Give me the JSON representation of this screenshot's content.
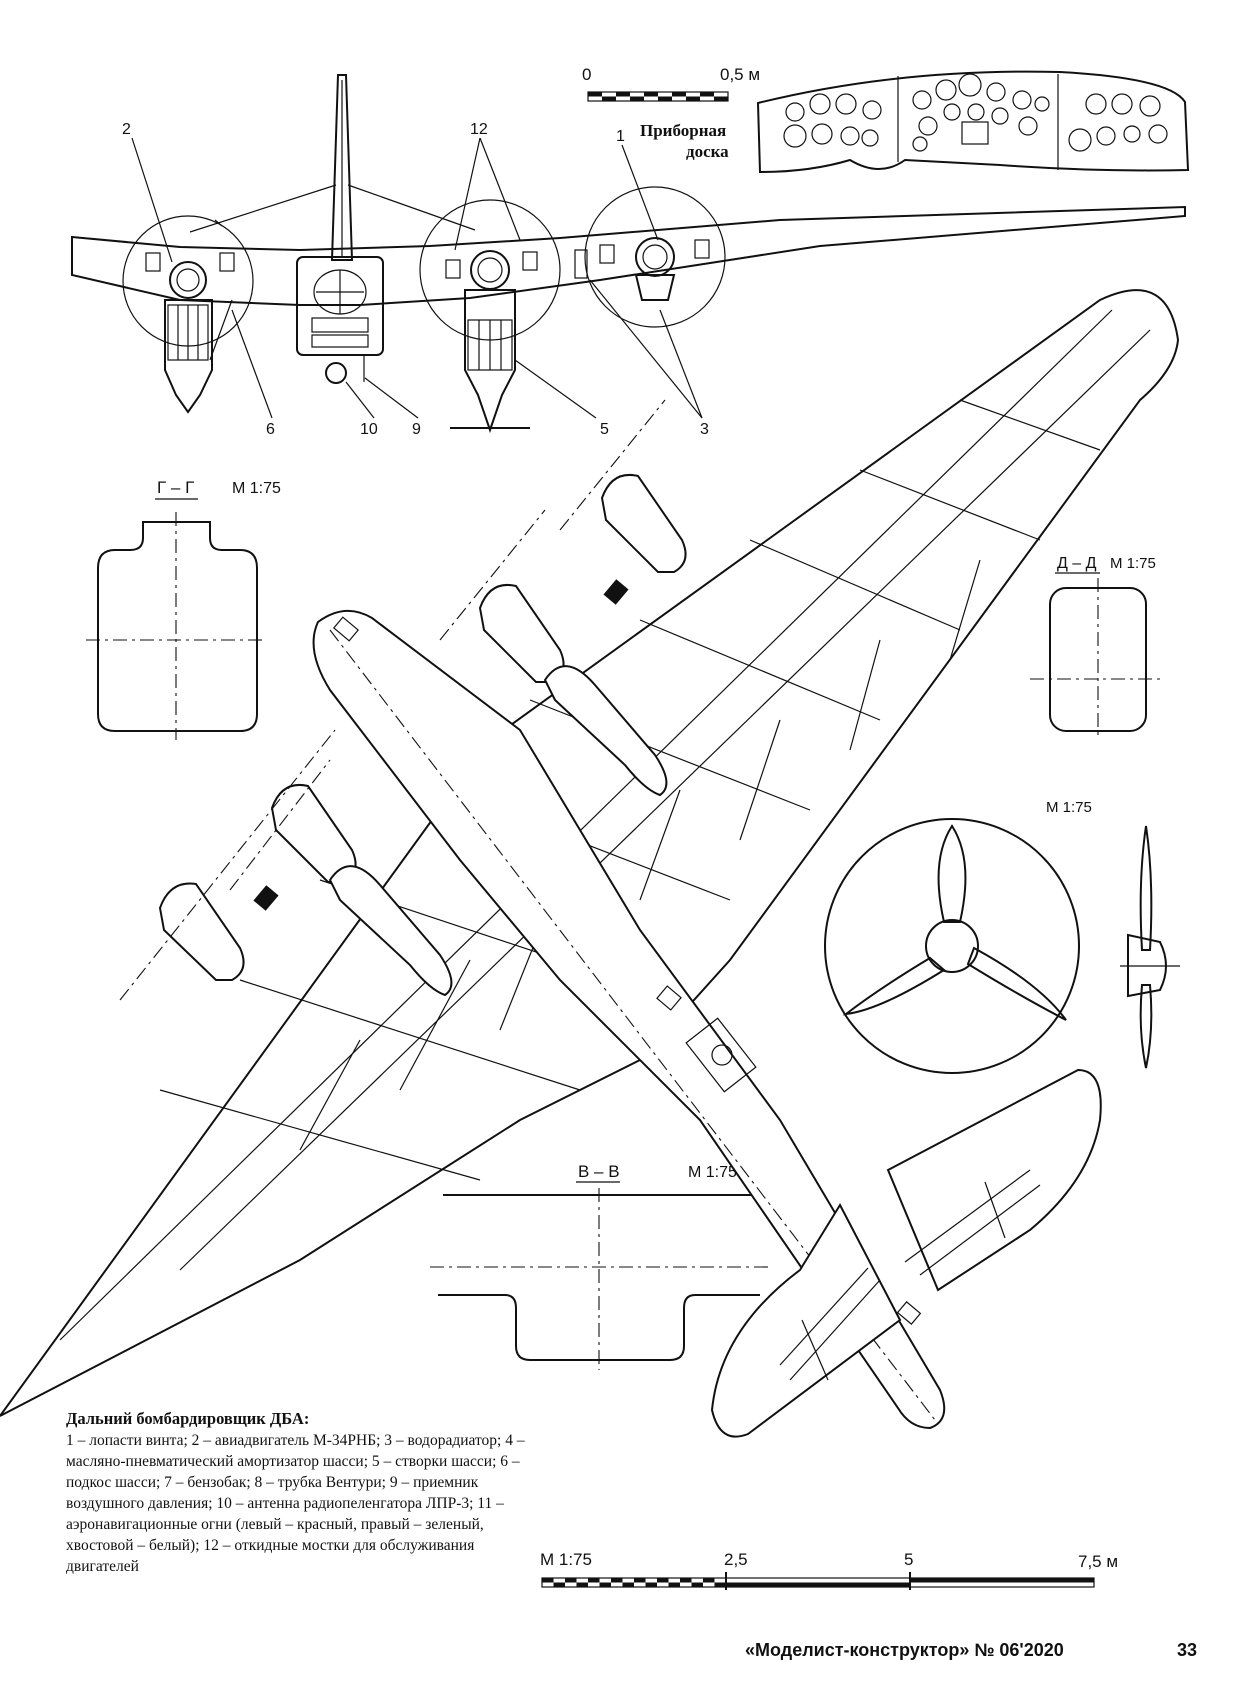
{
  "front_view": {
    "callouts": [
      "1",
      "2",
      "3",
      "5",
      "6",
      "9",
      "10",
      "12"
    ]
  },
  "instrument_panel": {
    "scale_start": "0",
    "scale_end": "0,5 м",
    "label_line1": "Приборная",
    "label_line2": "доска"
  },
  "section_g": {
    "label": "Г – Г",
    "scale": "М 1:75"
  },
  "section_d": {
    "label": "Д – Д",
    "scale": "М 1:75"
  },
  "section_v": {
    "label": "В – В",
    "scale": "М 1:75"
  },
  "propeller": {
    "scale": "М 1:75"
  },
  "bottom_scale": {
    "scale": "М 1:75",
    "t1": "2,5",
    "t2": "5",
    "t3": "7,5 м"
  },
  "caption": {
    "title": "Дальний бомбардировщик ДБА:",
    "body": "1 – лопасти винта; 2 – авиадвигатель М-34РНБ; 3 – водорадиатор; 4 – масляно-пневматический амортизатор шасси; 5 – створки шасси; 6 – подкос шасси; 7 – бензобак; 8 – трубка Вентури; 9 – приемник воздушного давления; 10 – антенна радиопеленгатора ЛПР-3; 11 – аэронавигационные огни (левый – красный, правый – зеленый, хвостовой – белый); 12 – откидные мостки для обслуживания двигателей"
  },
  "footer": {
    "magazine": "«Моделист-конструктор» № 06'2020",
    "page": "33"
  }
}
